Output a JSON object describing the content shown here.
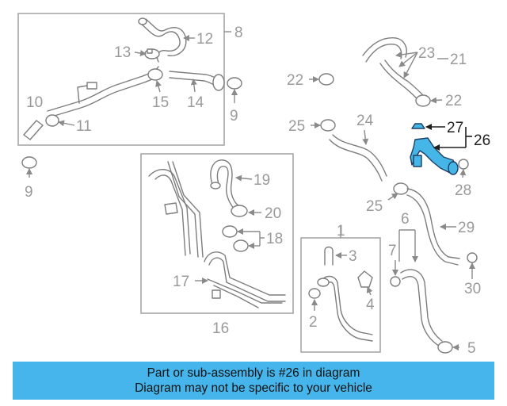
{
  "callouts": {
    "c1": "1",
    "c2": "2",
    "c3": "3",
    "c4": "4",
    "c5": "5",
    "c6": "6",
    "c7": "7",
    "c8": "8",
    "c9a": "9",
    "c9b": "9",
    "c10": "10",
    "c11": "11",
    "c12": "12",
    "c13": "13",
    "c14": "14",
    "c15": "15",
    "c16": "16",
    "c17": "17",
    "c18": "18",
    "c19": "19",
    "c20": "20",
    "c21": "21",
    "c22a": "22",
    "c22b": "22",
    "c23": "23",
    "c24": "24",
    "c25a": "25",
    "c25b": "25",
    "c26": "26",
    "c27": "27",
    "c28": "28",
    "c29": "29",
    "c30": "30"
  },
  "highlighted_part": "26",
  "colors": {
    "highlight": "#46b5e8",
    "banner": "#45b5ec",
    "line": "#8a8a8a"
  },
  "banner": {
    "line1": "Part or sub-assembly is #26 in diagram",
    "line2": "Diagram may not be specific to your vehicle"
  }
}
